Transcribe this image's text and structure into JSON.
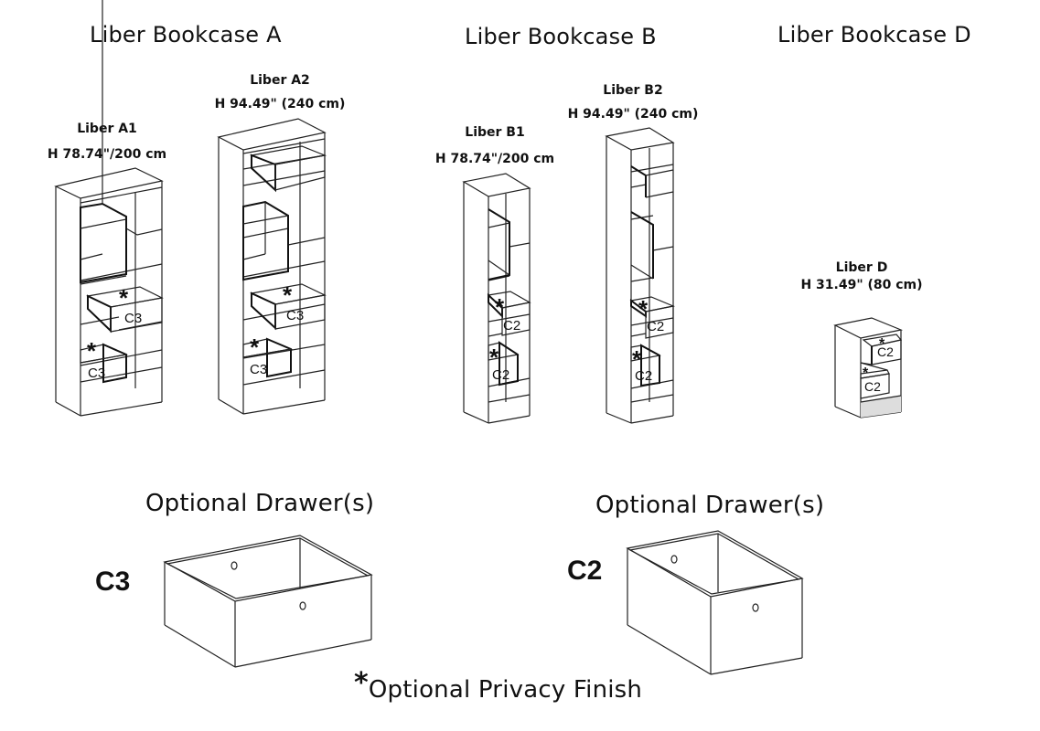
{
  "sections": {
    "a_title": "Liber Bookcase A",
    "b_title": "Liber Bookcase B",
    "d_title": "Liber Bookcase D"
  },
  "models": {
    "a1": {
      "name": "Liber A1",
      "height": "H 78.74\"/200 cm",
      "drawers": [
        "C3",
        "C3"
      ]
    },
    "a2": {
      "name": "Liber A2",
      "height": "H 94.49\" (240 cm)",
      "drawers": [
        "C3",
        "C3"
      ]
    },
    "b1": {
      "name": "Liber  B1",
      "height": "H 78.74\"/200 cm",
      "drawers": [
        "C2",
        "C2"
      ]
    },
    "b2": {
      "name": "Liber  B2",
      "height": "H 94.49\" (240 cm)",
      "drawers": [
        "C2",
        "C2"
      ]
    },
    "d": {
      "name": "Liber D",
      "height": "H 31.49\" (80 cm)",
      "drawers": [
        "C2",
        "C2"
      ]
    }
  },
  "drawers": {
    "left": {
      "title": "Optional Drawer(s)",
      "code": "C3"
    },
    "right": {
      "title": "Optional Drawer(s)",
      "code": "C2"
    }
  },
  "footnote": {
    "marker": "*",
    "text": "Optional Privacy Finish"
  },
  "privacy_marker": "*"
}
